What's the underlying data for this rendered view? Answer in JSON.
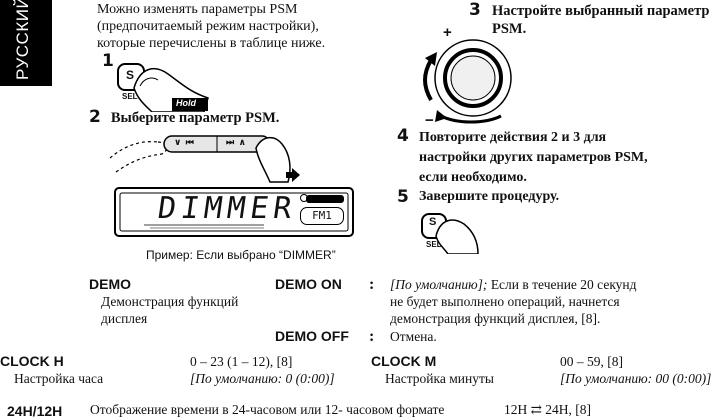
{
  "lang_tab": "РУССКИЙ",
  "intro": {
    "lines": [
      "Можно изменять параметры PSM",
      "(предпочитаемый режим настройки),",
      "которые перечислены в таблице ниже."
    ]
  },
  "step1": {
    "num": "1",
    "button_s": "S",
    "button_sel": "SEL",
    "hold": "Hold"
  },
  "step2": {
    "num": "2",
    "text": "Выберите параметр PSM.",
    "button_left": "∨ ⏮",
    "button_right": "⏭ ∧"
  },
  "display": {
    "main_text": "DIMMER",
    "fm_text": "FM1",
    "caption": "Пример: Если выбрано “DIMMER”"
  },
  "step3": {
    "num": "3",
    "lines": [
      "Настройте выбранный параметр",
      "PSM."
    ],
    "plus": "+",
    "minus": "−"
  },
  "step4": {
    "num": "4",
    "lines": [
      "Повторите действия 2 и 3 для",
      "настройки других параметров PSM,",
      "если необходимо."
    ]
  },
  "step5": {
    "num": "5",
    "text": "Завершите процедуру.",
    "button_s": "S",
    "button_sel": "SEL"
  },
  "table": {
    "demo": {
      "label": "DEMO",
      "desc": [
        "Демонстрация функций",
        "дисплея"
      ],
      "on_label": "DEMO ON",
      "on_desc_default": "[По умолчанию];",
      "on_desc": [
        " Если в течение 20 секунд",
        "не будет выполнено операций, начнется",
        "демонстрация функций дисплея, [8]."
      ],
      "off_label": "DEMO OFF",
      "off_desc": "Отмена."
    },
    "clock_h": {
      "label": "CLOCK H",
      "desc": "Настройка часа",
      "range": "0 – 23 (1 – 12), [8]",
      "default": "[По умолчанию: 0 (0:00)]"
    },
    "clock_m": {
      "label": "CLOCK M",
      "desc": "Настройка минуты",
      "range": "00 – 59, [8]",
      "default": "[По умолчанию: 00 (0:00)]"
    },
    "h24": {
      "label": "24H/12H",
      "desc": "Отображение времени в 24-часовом или 12- часовом формате",
      "value": "12H ⇄ 24H, [8]"
    },
    "colon": ":"
  }
}
